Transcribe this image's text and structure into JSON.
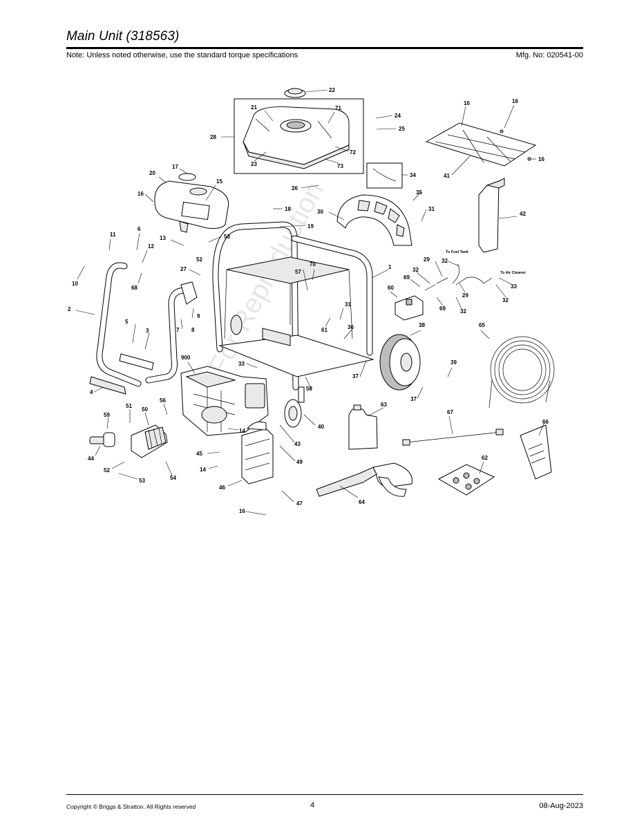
{
  "header": {
    "title": "Main Unit (318563)",
    "note": "Note: Unless noted otherwise, use the standard torque specifications",
    "mfg_no": "Mfg. No: 020541-00"
  },
  "footer": {
    "copyright": "Copyright ©  Briggs & Stratton. All Rights reserved",
    "page": "4",
    "date": "08-Aug-2023"
  },
  "watermark": "Not For Reproduction",
  "callouts": {
    "fuel_tank": "To Fuel Tank",
    "air_cleaner": "To Air Cleaner"
  },
  "part_numbers": [
    "1",
    "2",
    "3",
    "4",
    "5",
    "6",
    "7",
    "8",
    "9",
    "10",
    "11",
    "12",
    "13",
    "14",
    "15",
    "16",
    "17",
    "18",
    "19",
    "20",
    "21",
    "22",
    "23",
    "24",
    "25",
    "26",
    "27",
    "28",
    "29",
    "30",
    "31",
    "32",
    "33",
    "34",
    "35",
    "36",
    "37",
    "38",
    "39",
    "40",
    "41",
    "42",
    "43",
    "44",
    "45",
    "46",
    "47",
    "49",
    "50",
    "51",
    "52",
    "53",
    "54",
    "56",
    "57",
    "58",
    "59",
    "60",
    "61",
    "62",
    "63",
    "64",
    "65",
    "66",
    "67",
    "68",
    "69",
    "70",
    "71",
    "72",
    "73",
    "900"
  ]
}
